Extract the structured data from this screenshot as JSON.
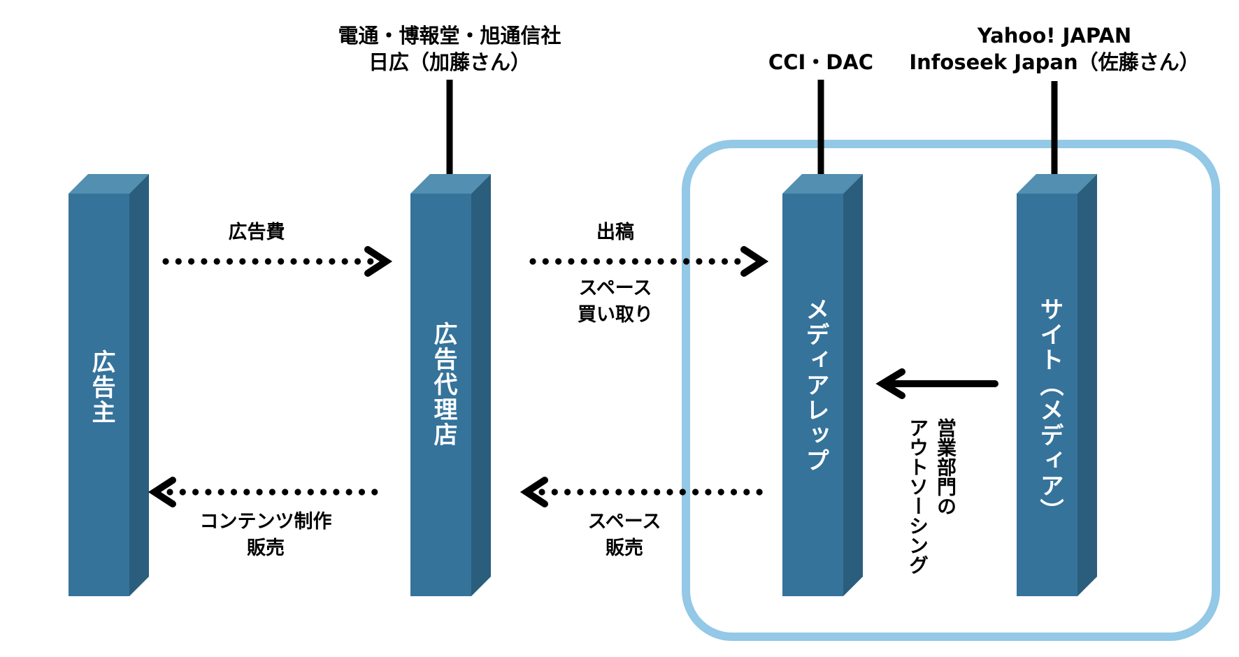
{
  "colors": {
    "pillar_front": "#35739b",
    "pillar_side": "#2a5e7c",
    "pillar_top": "#528fb0",
    "group_border": "#93c8e6",
    "ink": "#000000",
    "pillar_text": "#ffffff"
  },
  "entities": [
    {
      "id": "advertiser",
      "label": "広告主",
      "examples": []
    },
    {
      "id": "agency",
      "label": "広告代理店",
      "examples": [
        "電通・博報堂・旭通信社",
        "日広（加藤さん）"
      ]
    },
    {
      "id": "media-rep",
      "label": "メディアレップ",
      "examples": [
        "CCI・DAC"
      ]
    },
    {
      "id": "site",
      "label": "サイト（メディア）",
      "examples": [
        "Yahoo! JAPAN",
        "Infoseek Japan（佐藤さん）"
      ]
    }
  ],
  "flows": [
    {
      "from": "advertiser",
      "to": "agency",
      "style": "dotted",
      "labels_above": [
        "広告費"
      ],
      "labels_below": []
    },
    {
      "from": "agency",
      "to": "media-rep",
      "style": "dotted",
      "labels_above": [
        "出稿"
      ],
      "labels_below": [
        "スペース",
        "買い取り"
      ]
    },
    {
      "from": "media-rep",
      "to": "agency",
      "style": "dotted",
      "labels_above": [],
      "labels_below": [
        "スペース",
        "販売"
      ]
    },
    {
      "from": "agency",
      "to": "advertiser",
      "style": "dotted",
      "labels_above": [],
      "labels_below": [
        "コンテンツ制作",
        "販売"
      ]
    },
    {
      "from": "site",
      "to": "media-rep",
      "style": "solid",
      "labels_above": [],
      "note_vertical": [
        "営業部門の",
        "アウトソーシング"
      ]
    }
  ],
  "group": {
    "members": [
      "media-rep",
      "site"
    ]
  }
}
